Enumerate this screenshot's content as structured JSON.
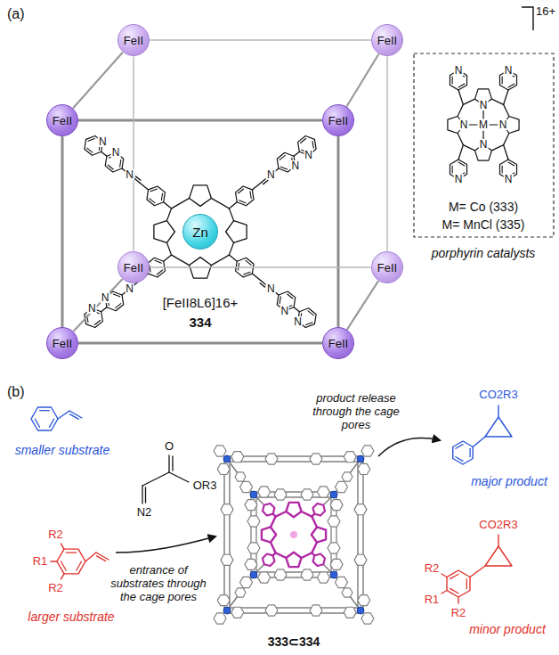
{
  "diagram": {
    "nodes": [
      {
        "text": [
          "FeII"
        ]
      },
      {
        "text": [
          "FeII"
        ]
      },
      {
        "text": [
          "FeII"
        ]
      },
      {
        "text": [
          "FeII"
        ]
      },
      {
        "text": [
          "Zn"
        ]
      },
      {
        "text": [
          "FeII"
        ]
      },
      {
        "text": [
          "FeII"
        ]
      },
      {
        "text": [
          "FeII"
        ]
      },
      {
        "text": [
          "FeII"
        ]
      }
    ],
    "edges": [
      {
        "from": 0,
        "to": 1,
        "arrow": "none"
      },
      {
        "from": 0,
        "to": 2,
        "arrow": "none"
      },
      {
        "from": 1,
        "to": 3,
        "arrow": "none"
      },
      {
        "from": 2,
        "to": 3,
        "arrow": "none"
      },
      {
        "from": 0,
        "to": 5,
        "arrow": "none"
      },
      {
        "from": 1,
        "to": 6,
        "arrow": "none"
      },
      {
        "from": 2,
        "to": 7,
        "arrow": "none"
      },
      {
        "from": 3,
        "to": 8,
        "arrow": "none"
      },
      {
        "from": 5,
        "to": 6,
        "arrow": "none"
      },
      {
        "from": 5,
        "to": 7,
        "arrow": "none"
      },
      {
        "from": 6,
        "to": 8,
        "arrow": "none"
      },
      {
        "from": 7,
        "to": 8,
        "arrow": "none"
      }
    ],
    "labels": [
      "(a)",
      "16+",
      "N",
      "N",
      "N",
      "N",
      "N",
      "N",
      "N",
      "N",
      "N",
      "N",
      "N",
      "N",
      "[FeII8L6]16+",
      "334",
      "N",
      "N",
      "N",
      "N",
      "N",
      "N",
      "N",
      "N",
      "M",
      "M= Co (333)",
      "M= MnCl (335)",
      "porphyrin catalysts",
      "(b)",
      "smaller substrate",
      "O",
      "N2",
      "OR3",
      "R2",
      "R1",
      "R2",
      "larger substrate",
      "entrance of substrates through the cage pores",
      "333⊂334",
      "product release through the cage pores",
      "CO2R3",
      "major product",
      "CO2R3",
      "R2",
      "R1",
      "R2",
      "minor product"
    ]
  }
}
